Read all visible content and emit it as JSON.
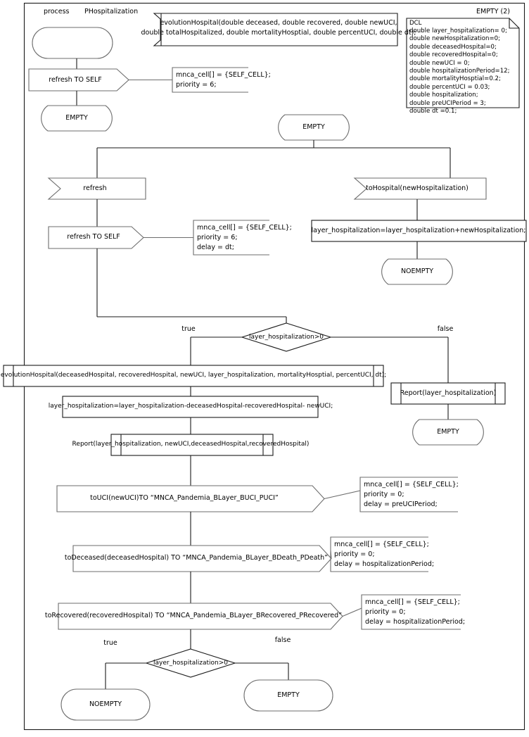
{
  "diagram": {
    "type": "SDL process diagram",
    "frame_label_left": "process",
    "frame_label_right": "PHospitalization",
    "corner_label": "EMPTY (2)"
  },
  "procedure_decl": {
    "line1": "evolutionHospital(double deceased, double recovered, double newUCI,",
    "line2": "double totalHospitalized, double mortalityHosptial, double percentUCI, double dt);"
  },
  "dcl": {
    "title": "DCL",
    "lines": [
      "double layer_hospitalization= 0;",
      "double newHospitalization=0;",
      "double deceasedHospital=0;",
      "double recoveredHospital=0;",
      "double newUCI = 0;",
      "double hospitalizationPeriod=12;",
      "double mortalityHosptial=0.2;",
      "double percentUCI = 0.03;",
      "double hospitalization;",
      "double preUCIPeriod = 3;",
      "double dt =0.1;"
    ]
  },
  "start_state": {
    "label": ""
  },
  "nodes": {
    "start_output": "refresh TO SELF",
    "start_next_state": "EMPTY",
    "empty_state": "EMPTY",
    "input_refresh": "refresh",
    "refresh_to_self": "refresh TO SELF",
    "input_tohospital": "toHospital(newHospitalization)",
    "task_add_hosp": "layer_hospitalization=layer_hospitalization+newHospitalization;",
    "state_noempty_right": "NOEMPTY",
    "decision1": "layer_hospitalization>0",
    "decision1_true": "true",
    "decision1_false": "false",
    "call_evolution": "evolutionHospital(deceasedHospital, recoveredHospital, newUCI, layer_hospitalization, mortalityHosptial, percentUCI, dt);",
    "task_subtract": "layer_hospitalization=layer_hospitalization-deceasedHospital-recoveredHospital- newUCI;",
    "call_report_full": "Report(layer_hospitalization, newUCI,deceasedHospital,recoveredHospital)",
    "call_report_short": "Report(layer_hospitalization)",
    "state_empty_false": "EMPTY",
    "out_uci": "toUCI(newUCI)TO “MNCA_Pandemia_BLayer_BUCI_PUCI”",
    "out_deceased": "toDeceased(deceasedHospital) TO “MNCA_Pandemia_BLayer_BDeath_PDeath”",
    "out_recovered": "toRecovered(recoveredHospital) TO “MNCA_Pandemia_BLayer_BRecovered_PRecovered”",
    "decision2": "layer_hospitalization>0",
    "decision2_true": "true",
    "decision2_false": "false",
    "state_noempty_bottom": "NOEMPTY",
    "state_empty_bottom": "EMPTY"
  },
  "comments": {
    "c1": "mnca_cell[] = {SELF_CELL};\npriority = 6;",
    "c2": "mnca_cell[] = {SELF_CELL};\npriority = 6;\ndelay = dt;",
    "c3": "mnca_cell[] = {SELF_CELL};\npriority = 0;\ndelay = preUCIPeriod;",
    "c4": "mnca_cell[] = {SELF_CELL};\npriority = 0;\ndelay = hospitalizationPeriod;",
    "c5": "mnca_cell[] = {SELF_CELL};\npriority = 0;\ndelay = hospitalizationPeriod;"
  },
  "colors": {
    "line": "#6d6d6d",
    "line_dark": "#000000",
    "text": "#000000",
    "background": "#ffffff"
  }
}
